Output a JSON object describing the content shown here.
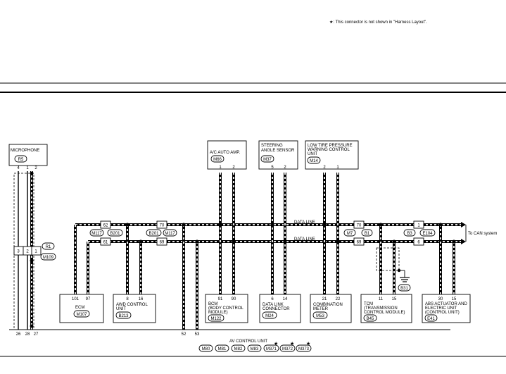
{
  "note": "★: This connector is not shown in \"Harness Layout\".",
  "to_can": "To CAN system",
  "data_line": "DATA LINE",
  "microphone": {
    "name": "MICROPHONE",
    "conn": "R5",
    "pins_top": [
      "4",
      "1",
      "2"
    ],
    "pins_bottom": [
      "26",
      "28",
      "27"
    ]
  },
  "joint": {
    "pins": [
      "3",
      "2",
      "1"
    ],
    "conn_a": "R1",
    "conn_b": "M109"
  },
  "units": {
    "ac_amp": {
      "name": [
        "A/C AUTO AMP."
      ],
      "conn": "M66",
      "pins": [
        "1",
        "2"
      ]
    },
    "steering": {
      "name": [
        "STEERING",
        "ANGLE SENSOR"
      ],
      "conn": "M37",
      "pins": [
        "5",
        "2"
      ]
    },
    "low_tire": {
      "name": [
        "LOW TIRE PRESSURE",
        "WARNING CONTROL",
        "UNIT"
      ],
      "conn": "M14",
      "pins": [
        "2",
        "1"
      ]
    },
    "ecm": {
      "name": [
        "ECM"
      ],
      "conn": "M107",
      "pins": [
        "101",
        "97"
      ]
    },
    "awd": {
      "name": [
        "AWD CONTROL",
        "UNIT"
      ],
      "conn": "B213",
      "pins": [
        "8",
        "16"
      ]
    },
    "bcm": {
      "name": [
        "BCM",
        "(BODY CONTROL",
        "MODULE)"
      ],
      "conn": "M122",
      "pins": [
        "91",
        "90"
      ]
    },
    "dlc": {
      "name": [
        "DATA LINK",
        "CONNECTOR"
      ],
      "conn": "M24",
      "pins": [
        "6",
        "14"
      ]
    },
    "meter": {
      "name": [
        "COMBINATION",
        "METER"
      ],
      "conn": "M53",
      "pins": [
        "21",
        "22"
      ]
    },
    "tcm": {
      "name": [
        "TCM",
        "(TRANSMISSION",
        "CONTROL MODULE)"
      ],
      "conn": "B45",
      "pins": [
        "11",
        "15"
      ]
    },
    "abs": {
      "name": [
        "ABS ACTUATOR AND",
        "ELECTRIC UNIT",
        "(CONTROL UNIT)"
      ],
      "conn": "E41",
      "pins": [
        "30",
        "15"
      ]
    }
  },
  "connectors": {
    "c1": {
      "top": "62",
      "bottom": "61",
      "left": "M117",
      "right": "B201"
    },
    "c2": {
      "top": "70",
      "bottom": "69",
      "left": "B201",
      "right": "M117"
    },
    "c3": {
      "top": "70",
      "bottom": "69",
      "left": "M7",
      "right": "B1"
    },
    "c4": {
      "top": "1",
      "bottom": "6",
      "left": "B3",
      "right": "E104"
    }
  },
  "ground": {
    "conn": "B31"
  },
  "av_unit": {
    "name": "AV CONTROL UNIT",
    "pins": [
      "52",
      "53"
    ],
    "conns": [
      "M80",
      "M81",
      "M82",
      "M83",
      "M371",
      "M372",
      "M373"
    ],
    "starred": [
      "M371",
      "M372",
      "M373"
    ]
  }
}
